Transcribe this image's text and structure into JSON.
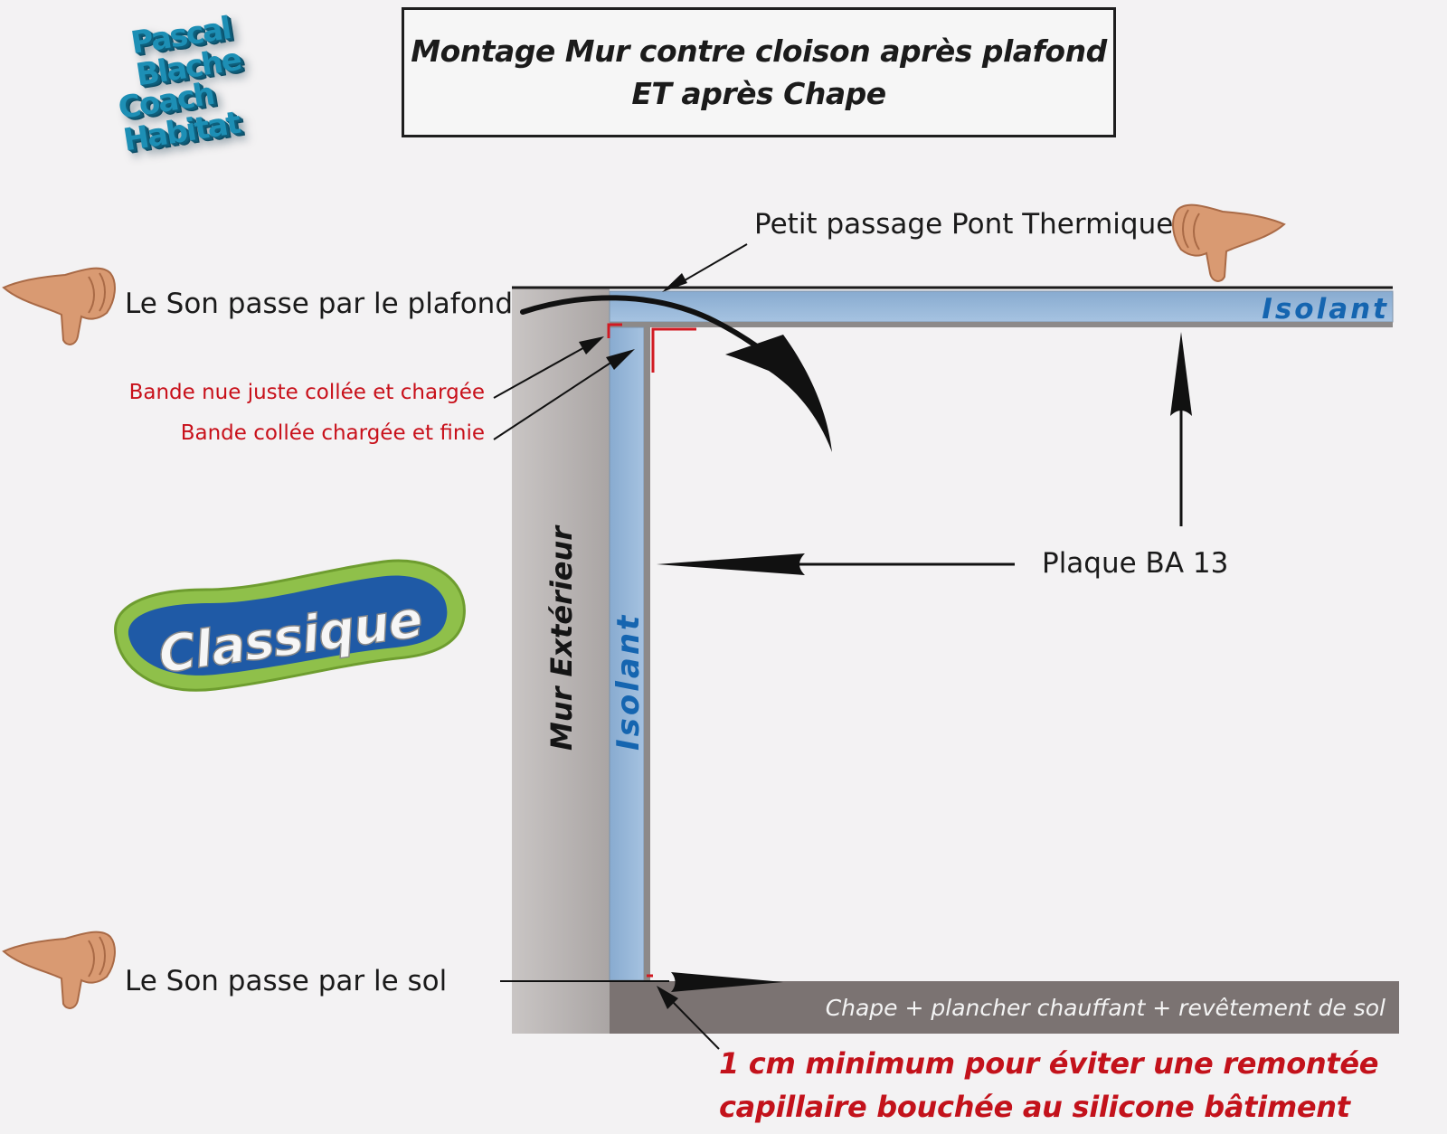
{
  "title": {
    "line1": "Montage Mur contre cloison après plafond",
    "line2": "ET après Chape"
  },
  "logo": {
    "line1": "Pascal Blache",
    "line2": "Coach Habitat"
  },
  "badge": {
    "text": "Classique"
  },
  "labels": {
    "thermal_bridge": "Petit passage Pont Thermique",
    "sound_ceiling": "Le Son passe par le plafond",
    "band_bare": "Bande nue juste collée et chargée",
    "band_finished": "Bande collée chargée et finie",
    "plaque": "Plaque BA 13",
    "sound_floor": "Le Son passe par le sol",
    "wall": "Mur Extérieur",
    "insulation_vertical": "Isolant",
    "insulation_ceiling": "Isolant",
    "floor": "Chape + plancher chauffant + revêtement de sol"
  },
  "note": {
    "line1": "1 cm minimum pour éviter une remontée",
    "line2": "capillaire bouchée au silicone bâtiment"
  },
  "colors": {
    "wall": "#b9b4b3",
    "insulation": "#93b6d8",
    "insulation_text": "#1565b0",
    "floor": "#7b7372",
    "band": "#d11a22",
    "note": "#c3121b"
  },
  "icons": [
    "thumbs-down-icon",
    "thumbs-down-icon",
    "thumbs-down-icon"
  ]
}
